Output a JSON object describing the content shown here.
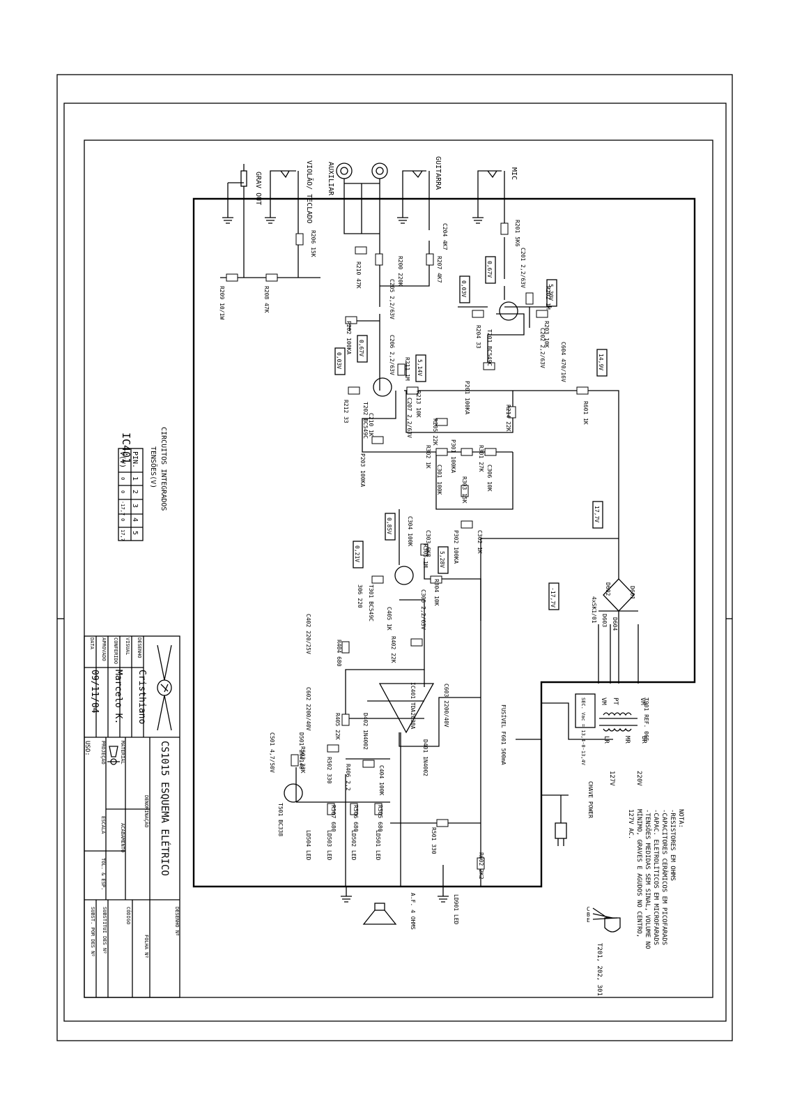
{
  "title_block": {
    "title": "CS1015  ESQUEMA ELÉTRICO",
    "denominacao": "DENOMINAÇÃO",
    "desenho_no": "DESENHO Nº",
    "folha_no": "FOLHA Nº",
    "codigo": "CÓDIGO",
    "substitui": "SUBSTITUI DES Nº",
    "subst_por": "SUBST. POR DES Nº",
    "material": "MATERIAL",
    "acabamento": "ACABAMENTO",
    "projecao": "PROJEÇÃO",
    "escala": "ESCALA",
    "tol": "TOL. & ESP.",
    "uso": "USO:",
    "rows": [
      {
        "label": "DESENHO",
        "value": "Cristhiano"
      },
      {
        "label": "VISUAL",
        "value": ""
      },
      {
        "label": "CONFERIDO",
        "value": "Marcelo K."
      },
      {
        "label": "APROVADO",
        "value": ""
      },
      {
        "label": "DATA",
        "value": "09/11/04"
      }
    ]
  },
  "ic_table": {
    "heading1": "CIRCUITOS INTEGRADOS",
    "heading2": "TENSÕES(V)",
    "ic": "IC401",
    "row1_label": "PIN.",
    "row2_label": "V(V)",
    "pins": [
      "1",
      "2",
      "3",
      "4",
      "5"
    ],
    "volts": [
      "0",
      "0",
      "-17,7",
      "0",
      "17,7"
    ]
  },
  "notes": {
    "title": "NOTA:",
    "lines": [
      "-RESISTORES EM OHMS",
      "-CAPACITORES CERÂMICOS EM PICOFARADS",
      "-CAPAC. ELETROLÍTICOS EM MICROFARADS",
      "-TENSÕES MEDIDAS SEM SINAL, VOLUME NO",
      " MÍNIMO, GRAVES E AGUDOS NO CENTRO,",
      " 127V AC."
    ],
    "pinout_label": "T201, 202, 301",
    "pins_cbe": [
      "C",
      "B",
      "E"
    ]
  },
  "inputs": [
    "GRAV OUT",
    "VIOLÃO/ TECLADO",
    "AUXILIAR",
    "GUITARRA",
    "MIC"
  ],
  "parts": [
    "R201 5K6",
    "C201 2,2/63V",
    "R202 1M",
    "T201 BC549C",
    "R204 33",
    "R203 10K",
    "C202 2,2/63V",
    "C604 470/16V",
    "P201 100KA",
    "R206 15K",
    "R209 10/1W",
    "R208 47K",
    "R210 47K",
    "R200 220K",
    "C204 4K7",
    "R207 4K7",
    "C205 2,2/63V",
    "P202 100KA",
    "C206 2,2/63V",
    "R211 1M",
    "T202 BC549C",
    "R212 33",
    "R213 10K",
    "C207 2,2/63V",
    "C210 1K",
    "P203 100KA",
    "R205 22K",
    "R214 22K",
    "R302 1K",
    "P301 100KA",
    "R301 27K",
    "C301 100K",
    "C306 10K",
    "R303 15K",
    "C303 6K8",
    "P302 100KA",
    "C302 1K",
    "C304 100K",
    "R305 1M",
    "T301 BC549C",
    "306 220",
    "R304 10K",
    "C305 2,2/63V",
    "R601 1K",
    "4xSK1/01",
    "D601",
    "D602",
    "D603",
    "D604",
    "C402 220/25V",
    "R404 680",
    "C405 1K",
    "R402 22K",
    "IC401 TDA2030A",
    "C602 2200/40V",
    "C603 2200/40V",
    "R405 22K",
    "D402 1N4002",
    "D401 1N4002",
    "C501 4,7/50V",
    "D501 1N4148",
    "R503 33K",
    "R502 330",
    "R406 2,2",
    "C404 100K",
    "T501 BC338",
    "R507 680",
    "R506 680",
    "R505 680",
    "LD504 LED",
    "LD503 LED",
    "LD502 LED",
    "LD501 LED",
    "R501 330",
    "R602 2K2",
    "LD901 LED",
    "A.F. 4 OHMS",
    "FUSÍVEL F601 500mA",
    "T901 REF. 065",
    "CHAVE POWER"
  ],
  "probe_voltages": [
    "0,67V",
    "0,03V",
    "5,30V",
    "0,67V",
    "0,03V",
    "5,14V",
    "14,9V",
    "0,85V",
    "0,21V",
    "5,28V",
    "17,7V",
    "-17,7V"
  ],
  "transformer": {
    "sec": "SEC. Vac = 13,4-0-13,4V",
    "taps": [
      "VM",
      "PT",
      "VM",
      "LR",
      "MR",
      "BR"
    ],
    "mains": [
      "127V",
      "220V"
    ]
  }
}
